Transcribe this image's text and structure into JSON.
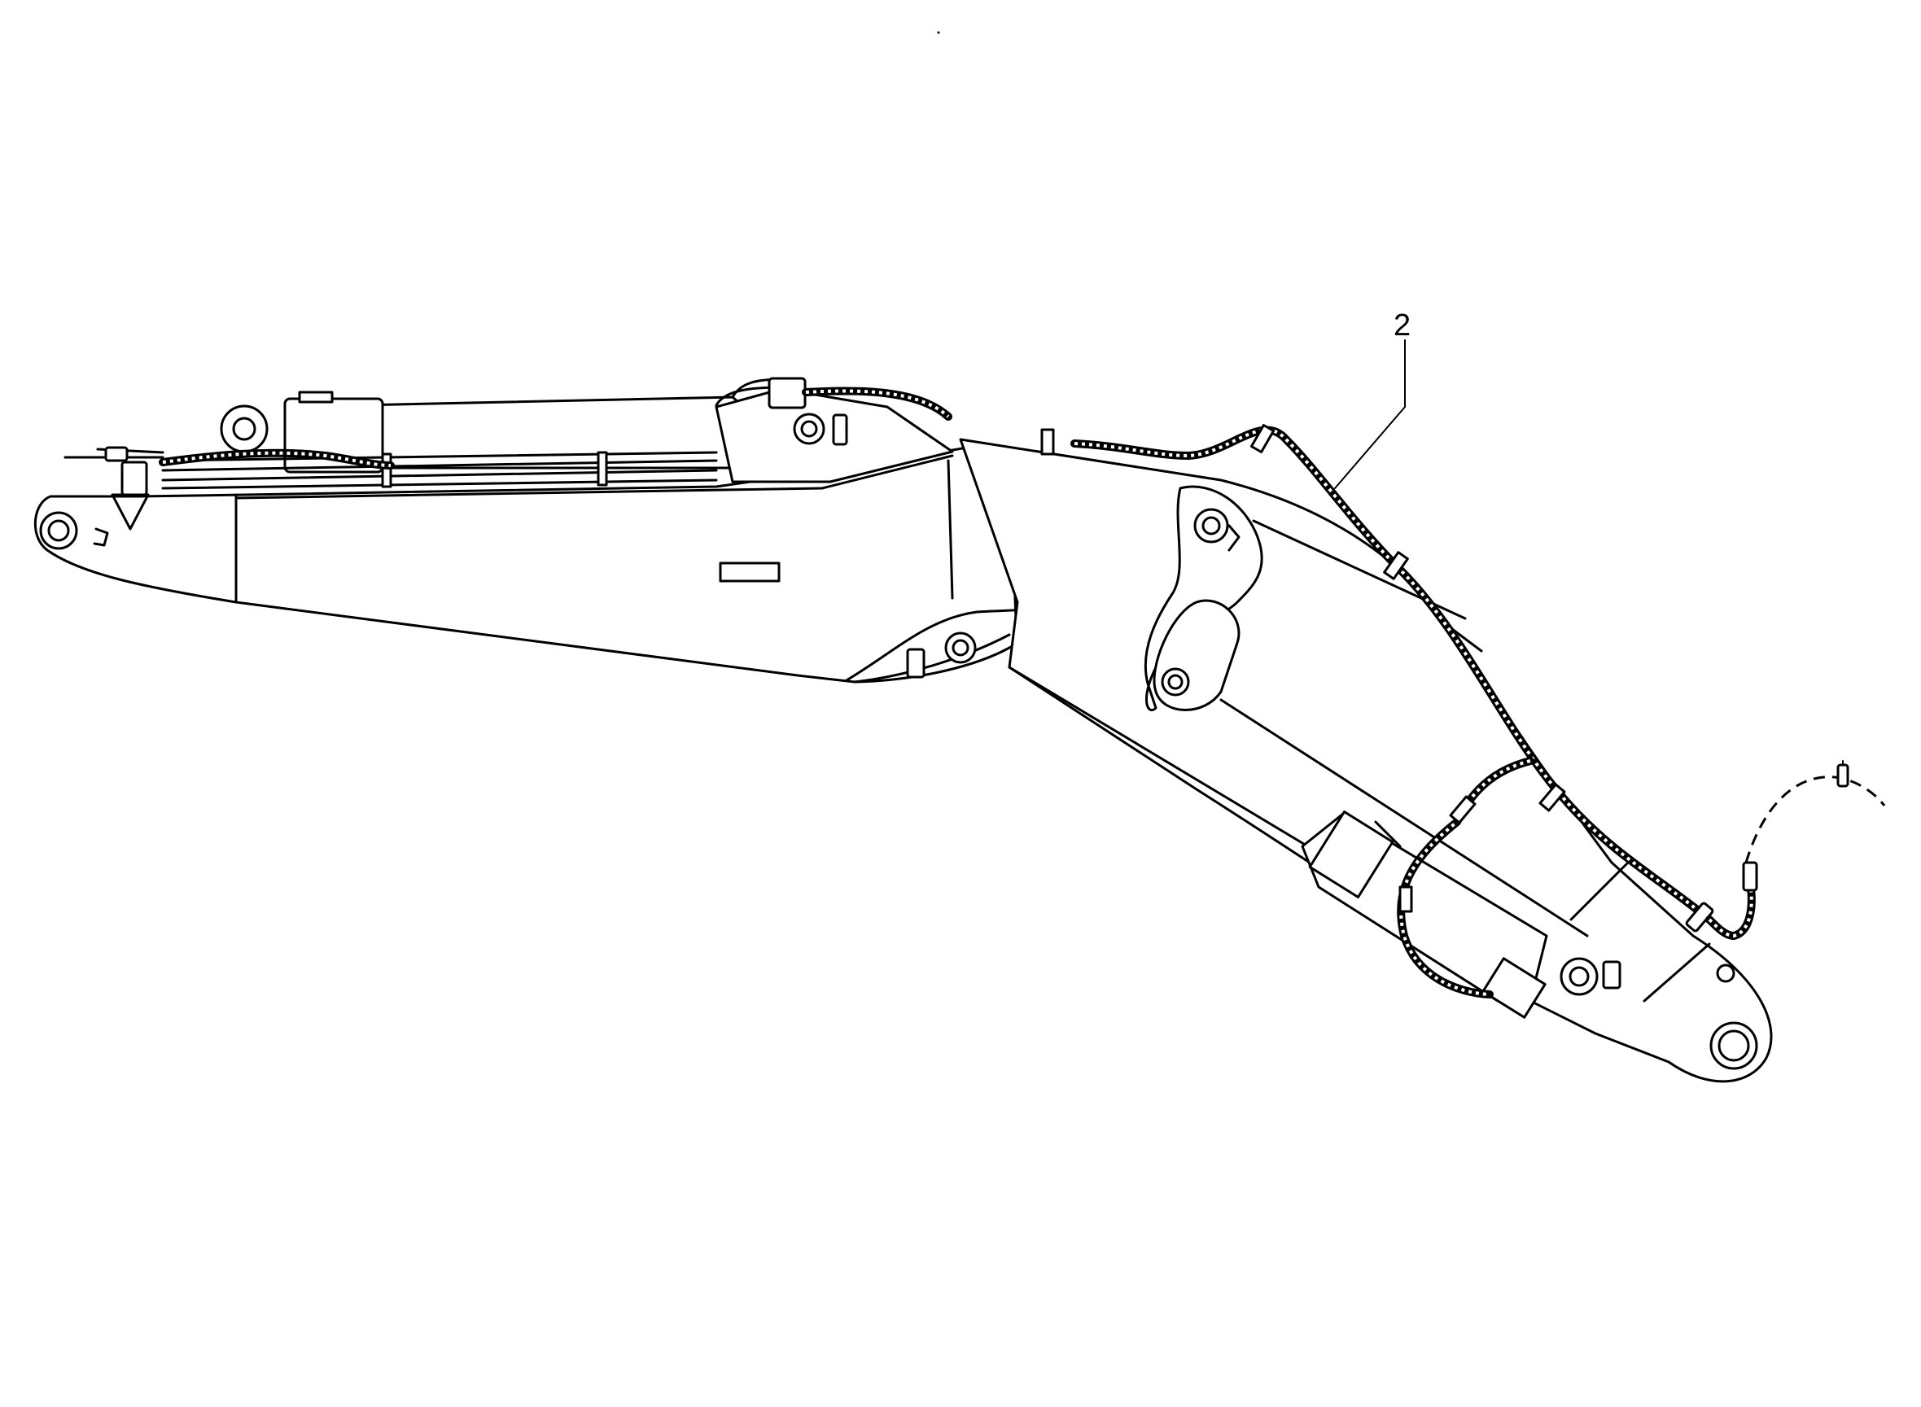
{
  "diagram": {
    "callouts": [
      {
        "label": "2"
      }
    ],
    "icons": [
      "excavator-boom-assembly",
      "hydraulic-hose",
      "hose-clamp",
      "pin-boss"
    ]
  }
}
